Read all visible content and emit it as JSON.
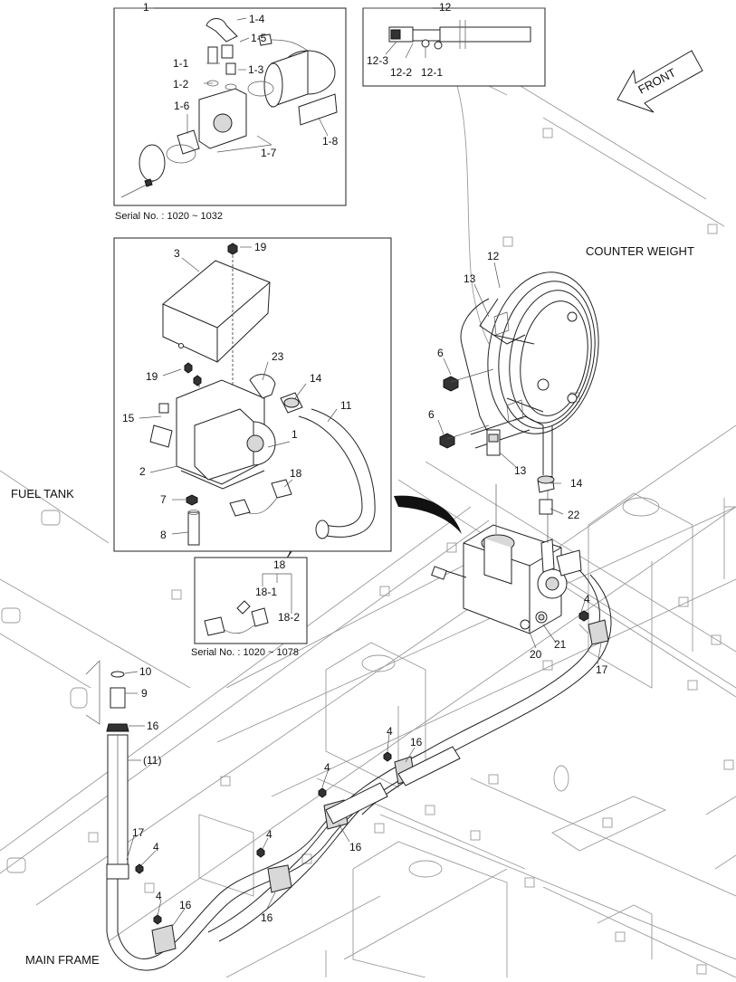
{
  "orientation": {
    "front_label": "FRONT"
  },
  "areas": {
    "counter_weight": "COUNTER WEIGHT",
    "fuel_tank": "FUEL TANK",
    "main_frame": "MAIN FRAME"
  },
  "insets": {
    "inset_1": {
      "title": "1",
      "serial": "Serial No. : 1020 ~ 1032",
      "labels": [
        "1-4",
        "1-5",
        "1-1",
        "1-3",
        "1-2",
        "1-6",
        "1-7",
        "1-8"
      ]
    },
    "inset_12": {
      "title": "12",
      "labels": [
        "12-3",
        "12-2",
        "12-1"
      ]
    },
    "inset_pump": {
      "labels": [
        "3",
        "19",
        "19",
        "23",
        "14",
        "11",
        "15",
        "1",
        "2",
        "18",
        "7",
        "8"
      ]
    },
    "inset_18": {
      "title": "18",
      "serial": "Serial No. : 1020 ~ 1078",
      "labels": [
        "18-1",
        "18-2"
      ]
    }
  },
  "main_labels": [
    "12",
    "13",
    "6",
    "6",
    "13",
    "14",
    "22",
    "4",
    "20",
    "21",
    "17",
    "10",
    "9",
    "16",
    "(11)",
    "4",
    "16",
    "4",
    "4",
    "16",
    "17",
    "4",
    "4",
    "16",
    "16"
  ],
  "icons": {
    "front_arrow": "front-arrow-icon",
    "section_pointer": "curved-pointer-arrow-icon"
  }
}
